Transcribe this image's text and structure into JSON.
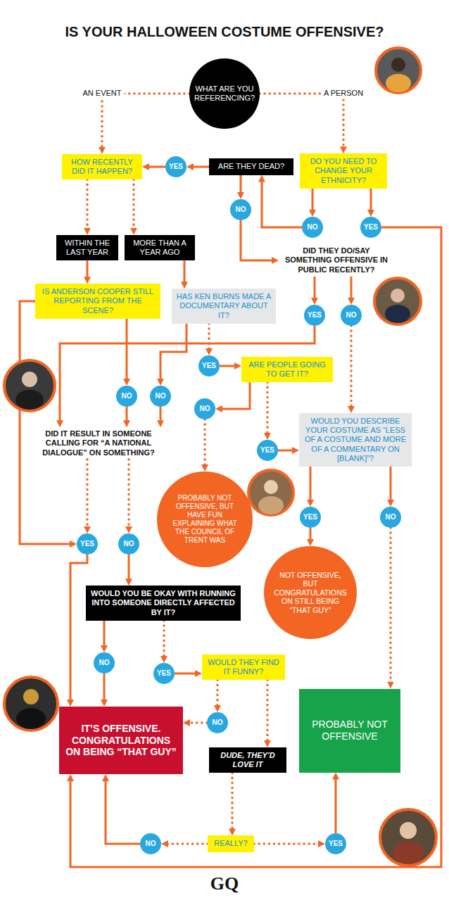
{
  "diagram": {
    "title": "IS YOUR HALLOWEEN COSTUME OFFENSIVE?",
    "nodes": [
      {
        "text": [
          "WHAT ARE YOU REFERENCING?"
        ]
      },
      {
        "text": [
          "HOW RECENTLY DID IT HAPPEN?"
        ]
      },
      {
        "text": [
          "YES"
        ]
      },
      {
        "text": [
          "ARE THEY DEAD?"
        ]
      },
      {
        "text": [
          "DO YOU NEED TO CHANGE YOUR ETHNICITY?"
        ]
      },
      {
        "text": [
          "NO"
        ]
      },
      {
        "text": [
          "NO"
        ]
      },
      {
        "text": [
          "YES"
        ]
      },
      {
        "text": [
          "WITHIN THE LAST YEAR"
        ]
      },
      {
        "text": [
          "MORE THAN A YEAR AGO"
        ]
      },
      {
        "text": [
          "DID THEY DO/SAY SOMETHING OFFENSIVE IN PUBLIC RECENTLY?"
        ]
      },
      {
        "text": [
          "IS ANDERSON COOPER STILL REPORTING FROM THE SCENE?"
        ]
      },
      {
        "text": [
          "HAS KEN BURNS MADE A DOCUMENTARY ABOUT IT?"
        ]
      },
      {
        "text": [
          "YES"
        ]
      },
      {
        "text": [
          "NO"
        ]
      },
      {
        "text": [
          "YES"
        ]
      },
      {
        "text": [
          "ARE PEOPLE GOING TO GET IT?"
        ]
      },
      {
        "text": [
          "NO"
        ]
      },
      {
        "text": [
          "NO"
        ]
      },
      {
        "text": [
          "NO"
        ]
      },
      {
        "text": [
          "WOULD YOU DESCRIBE YOUR COSTUME AS “LESS OF A COSTUME AND MORE OF A COMMENTARY ON [BLANK]”?"
        ]
      },
      {
        "text": [
          "DID IT RESULT IN SOMEONE CALLING FOR “A NATIONAL DIALOGUE” ON SOMETHING?"
        ]
      },
      {
        "text": [
          "YES"
        ]
      },
      {
        "text": [
          "PROBABLY NOT OFFENSIVE, BUT HAVE FUN EXPLAINING WHAT THE COUNCIL OF TRENT WAS"
        ]
      },
      {
        "text": [
          "YES"
        ]
      },
      {
        "text": [
          "NO"
        ]
      },
      {
        "text": [
          "YES"
        ]
      },
      {
        "text": [
          "NO"
        ]
      },
      {
        "text": [
          "NOT OFFENSIVE, BUT CONGRATULATIONS ON STILL BEING “THAT GUY”"
        ]
      },
      {
        "text": [
          "WOULD YOU BE OKAY WITH RUNNING INTO SOMEONE DIRECTLY AFFECTED BY IT?"
        ]
      },
      {
        "text": [
          "NO"
        ]
      },
      {
        "text": [
          "YES"
        ]
      },
      {
        "text": [
          "WOULD THEY FIND IT FUNNY?"
        ]
      },
      {
        "text": [
          "PROBABLY NOT OFFENSIVE"
        ]
      },
      {
        "text": [
          "IT’S OFFENSIVE. CONGRATULATIONS ON BEING “THAT GUY”"
        ]
      },
      {
        "text": [
          "NO"
        ]
      },
      {
        "text": [
          "DUDE, THEY’D LOVE IT"
        ]
      },
      {
        "text": [
          "REALLY?"
        ]
      },
      {
        "text": [
          "NO"
        ]
      },
      {
        "text": [
          "YES"
        ]
      }
    ],
    "edges": [
      {
        "from": 0,
        "to": 1,
        "label": "AN EVENT",
        "arrow": "to"
      },
      {
        "from": 0,
        "to": 4,
        "label": "A PERSON",
        "arrow": "to"
      },
      {
        "from": 3,
        "to": 2,
        "arrow": "to"
      },
      {
        "from": 2,
        "to": 1,
        "arrow": "to"
      },
      {
        "from": 4,
        "to": 6,
        "arrow": "to"
      },
      {
        "from": 4,
        "to": 7,
        "arrow": "to"
      },
      {
        "from": 6,
        "to": 3,
        "arrow": "to"
      },
      {
        "from": 3,
        "to": 5,
        "arrow": "to"
      },
      {
        "from": 5,
        "to": 10,
        "arrow": "to"
      },
      {
        "from": 1,
        "to": 8,
        "arrow": "to"
      },
      {
        "from": 1,
        "to": 9,
        "arrow": "to"
      },
      {
        "from": 7,
        "to": 34,
        "arrow": "to"
      },
      {
        "from": 8,
        "to": 11,
        "arrow": "to"
      },
      {
        "from": 9,
        "to": 12,
        "arrow": "to"
      },
      {
        "from": 10,
        "to": 13,
        "arrow": "to"
      },
      {
        "from": 10,
        "to": 14,
        "arrow": "to"
      },
      {
        "from": 11,
        "to": 26,
        "arrow": "to"
      },
      {
        "from": 11,
        "to": 17,
        "arrow": "to"
      },
      {
        "from": 12,
        "to": 18,
        "arrow": "to"
      },
      {
        "from": 12,
        "to": 15,
        "arrow": "to"
      },
      {
        "from": 13,
        "to": 21,
        "arrow": "to"
      },
      {
        "from": 14,
        "to": 20,
        "arrow": "to"
      },
      {
        "from": 15,
        "to": 16,
        "arrow": "to"
      },
      {
        "from": 16,
        "to": 19,
        "arrow": "to"
      },
      {
        "from": 16,
        "to": 22,
        "arrow": "to"
      },
      {
        "from": 19,
        "to": 23,
        "arrow": "to"
      },
      {
        "from": 22,
        "to": 20,
        "arrow": "to"
      },
      {
        "from": 17,
        "to": 21,
        "arrow": "to"
      },
      {
        "from": 18,
        "to": 21,
        "arrow": "to"
      },
      {
        "from": 20,
        "to": 24,
        "arrow": "to"
      },
      {
        "from": 20,
        "to": 25,
        "arrow": "to"
      },
      {
        "from": 24,
        "to": 28,
        "arrow": "to"
      },
      {
        "from": 25,
        "to": 33,
        "arrow": "to"
      },
      {
        "from": 21,
        "to": 26,
        "arrow": "to"
      },
      {
        "from": 21,
        "to": 27,
        "arrow": "to"
      },
      {
        "from": 26,
        "to": 34,
        "arrow": "to"
      },
      {
        "from": 27,
        "to": 29,
        "arrow": "to"
      },
      {
        "from": 29,
        "to": 30,
        "arrow": "to"
      },
      {
        "from": 29,
        "to": 31,
        "arrow": "to"
      },
      {
        "from": 30,
        "to": 34,
        "arrow": "to"
      },
      {
        "from": 31,
        "to": 32,
        "arrow": "to"
      },
      {
        "from": 32,
        "to": 35,
        "arrow": "to"
      },
      {
        "from": 32,
        "to": 36,
        "arrow": "to"
      },
      {
        "from": 35,
        "to": 34,
        "arrow": "to"
      },
      {
        "from": 36,
        "to": 37,
        "arrow": "to"
      },
      {
        "from": 37,
        "to": 38,
        "arrow": "to"
      },
      {
        "from": 37,
        "to": 39,
        "arrow": "to"
      },
      {
        "from": 38,
        "to": 34,
        "arrow": "to"
      },
      {
        "from": 39,
        "to": 33,
        "arrow": "to"
      }
    ],
    "labels": [
      "GQ"
    ]
  }
}
